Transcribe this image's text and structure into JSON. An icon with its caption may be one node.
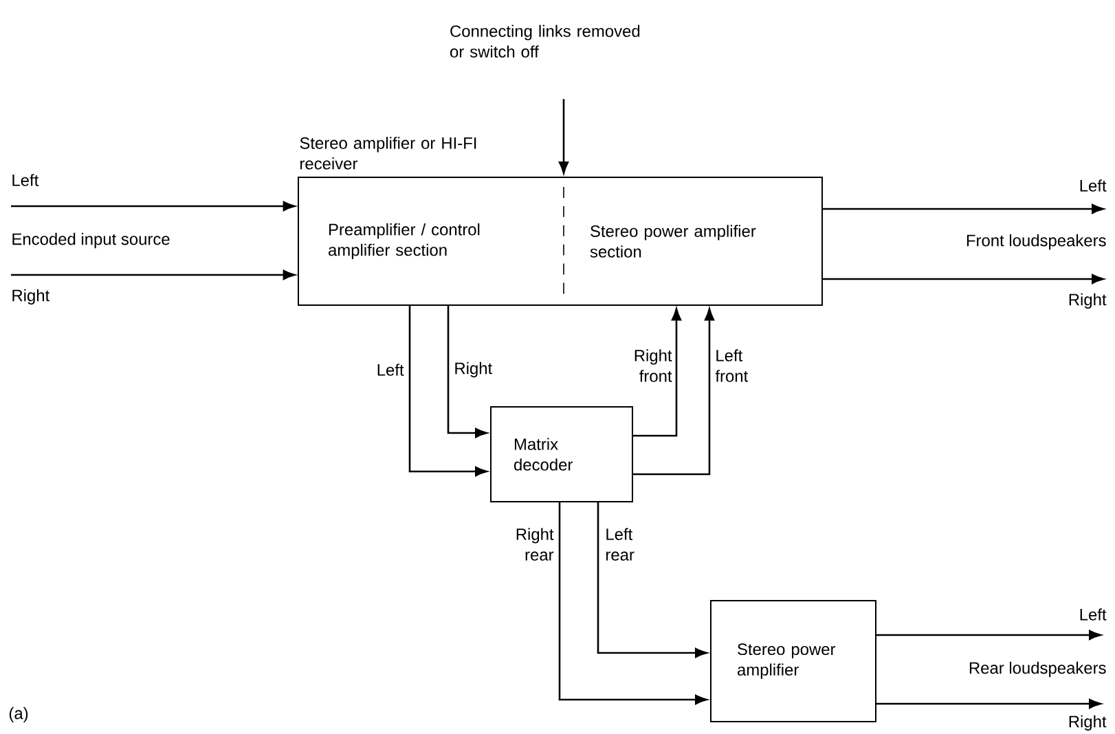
{
  "diagram": {
    "nodes": [
      {
        "text": [
          "Stereo amplifier or HI-FI receiver"
        ]
      },
      {
        "text": [
          "Preamplifier / control amplifier section"
        ],
        "in": 0
      },
      {
        "text": [
          "Stereo power amplifier section"
        ],
        "in": 0
      },
      {
        "text": [
          "Matrix decoder"
        ]
      },
      {
        "text": [
          "Stereo power amplifier"
        ]
      },
      {
        "text": [
          "Connecting links removed or switch off"
        ]
      }
    ],
    "edges": [
      {
        "from": null,
        "to": 1,
        "arrow": "to",
        "label": "Left"
      },
      {
        "from": null,
        "to": 1,
        "arrow": "to",
        "label": "Right"
      },
      {
        "from": 5,
        "to": 0,
        "arrow": "to"
      },
      {
        "from": 2,
        "to": null,
        "arrow": "to",
        "label": "Left"
      },
      {
        "from": 2,
        "to": null,
        "arrow": "to",
        "label": "Right"
      },
      {
        "from": 1,
        "to": 3,
        "arrow": "to",
        "label": "Left"
      },
      {
        "from": 1,
        "to": 3,
        "arrow": "to",
        "label": "Right"
      },
      {
        "from": 3,
        "to": 2,
        "arrow": "to",
        "label": "Right front"
      },
      {
        "from": 3,
        "to": 2,
        "arrow": "to",
        "label": "Left front"
      },
      {
        "from": 3,
        "to": 4,
        "arrow": "to",
        "label": "Right rear"
      },
      {
        "from": 3,
        "to": 4,
        "arrow": "to",
        "label": "Left rear"
      },
      {
        "from": 4,
        "to": null,
        "arrow": "to",
        "label": "Left"
      },
      {
        "from": 4,
        "to": null,
        "arrow": "to",
        "label": "Right"
      }
    ],
    "labels": [
      "Encoded input source",
      "Front loudspeakers",
      "Rear loudspeakers",
      "(a)"
    ]
  }
}
